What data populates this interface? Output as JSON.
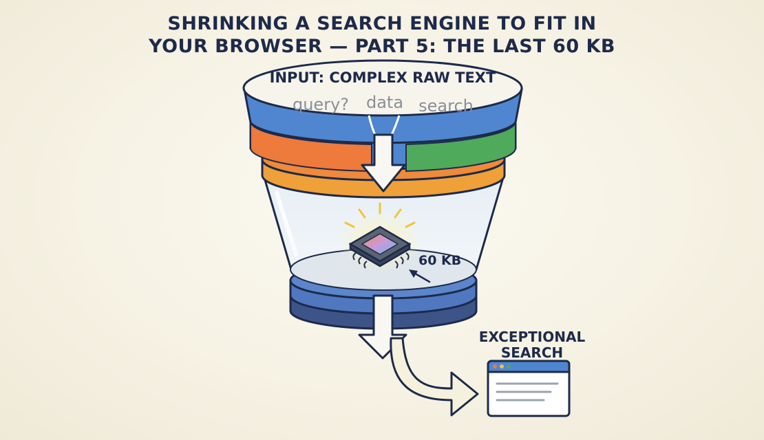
{
  "title": {
    "line1": "SHRINKING A SEARCH ENGINE TO FIT IN",
    "line2": "YOUR BROWSER — PART 5: THE LAST 60 KB"
  },
  "funnel": {
    "input_label": "INPUT: COMPLEX RAW TEXT",
    "words": [
      "query?",
      "data",
      "search"
    ],
    "chip_label": "60 KB"
  },
  "output": {
    "label_line1": "EXCEPTIONAL",
    "label_line2": "SEARCH"
  },
  "colors": {
    "blue": "#4f86cf",
    "orange": "#ee7a3b",
    "green": "#4faa5c",
    "amber": "#f2a33a",
    "navy": "#1d2a4a"
  }
}
